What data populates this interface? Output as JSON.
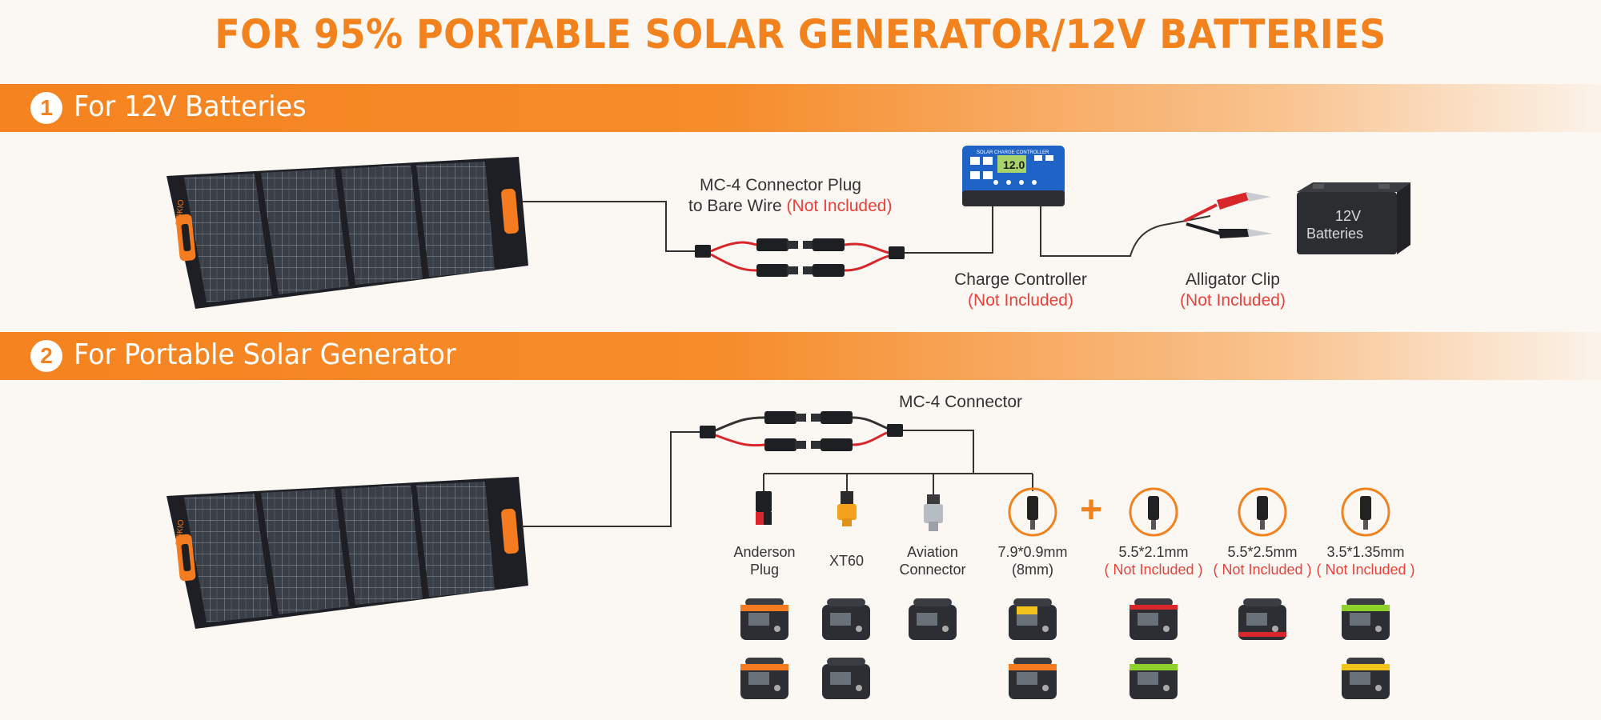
{
  "title": "FOR 95% PORTABLE SOLAR GENERATOR/12V BATTERIES",
  "section1": {
    "number": "1",
    "label": "For 12V Batteries",
    "mc4_line1": "MC-4 Connector Plug",
    "mc4_line2": "to Bare Wire",
    "mc4_note": "(Not Included)",
    "charge_controller": "Charge Controller",
    "charge_controller_note": "(Not Included)",
    "alligator_clip": "Alligator Clip",
    "alligator_note": "(Not Included)",
    "battery_line1": "12V",
    "battery_line2": "Batteries",
    "panel_brand": "DOKIO",
    "controller_screen": "12.0",
    "controller_title": "SOLAR CHARGE CONTROLLER"
  },
  "section2": {
    "number": "2",
    "label": "For Portable Solar Generator",
    "mc4": "MC-4 Connector",
    "plus": "+",
    "connectors": [
      {
        "line1": "Anderson",
        "line2": "Plug",
        "note": ""
      },
      {
        "line1": "XT60",
        "line2": "",
        "note": ""
      },
      {
        "line1": "Aviation",
        "line2": "Connector",
        "note": ""
      },
      {
        "line1": "7.9*0.9mm",
        "line2": "(8mm)",
        "note": ""
      },
      {
        "line1": "5.5*2.1mm",
        "line2": "",
        "note": "( Not Included )"
      },
      {
        "line1": "5.5*2.5mm",
        "line2": "",
        "note": "( Not Included )"
      },
      {
        "line1": "3.5*1.35mm",
        "line2": "",
        "note": "( Not Included )"
      }
    ]
  },
  "colors": {
    "accent": "#f2821d",
    "red_note": "#e8413a",
    "cable_red": "#d8262b",
    "panel": "#2b2d33",
    "controller_blue": "#1f63c6"
  }
}
